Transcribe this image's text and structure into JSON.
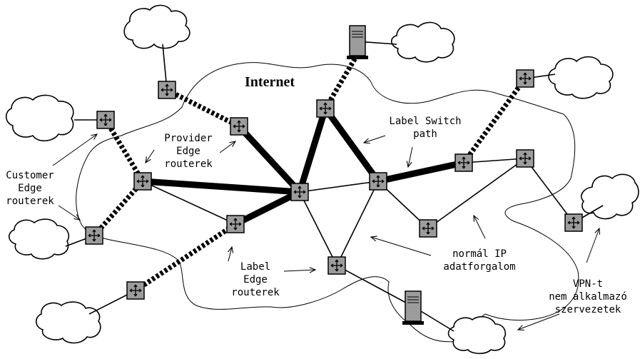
{
  "diagram": {
    "title": "Internet",
    "labels": {
      "customer_edge": [
        "Customer",
        "Edge",
        "routerek"
      ],
      "provider_edge": [
        "Provider",
        "Edge",
        "routerek"
      ],
      "label_switch": [
        "Label Switch",
        "path"
      ],
      "label_edge": [
        "Label",
        "Edge",
        "routerek"
      ],
      "normal_ip": [
        "normál IP",
        "adatforgalom"
      ],
      "vpn": [
        "VPN-t",
        "nem alkalmazó",
        "szervezetek"
      ]
    },
    "icons": {
      "router": "router-icon",
      "server": "server-icon",
      "cloud": "cloud-icon"
    },
    "colors": {
      "router_fill": "#9c9c9c",
      "line": "#000000",
      "background": "#ffffff"
    }
  }
}
